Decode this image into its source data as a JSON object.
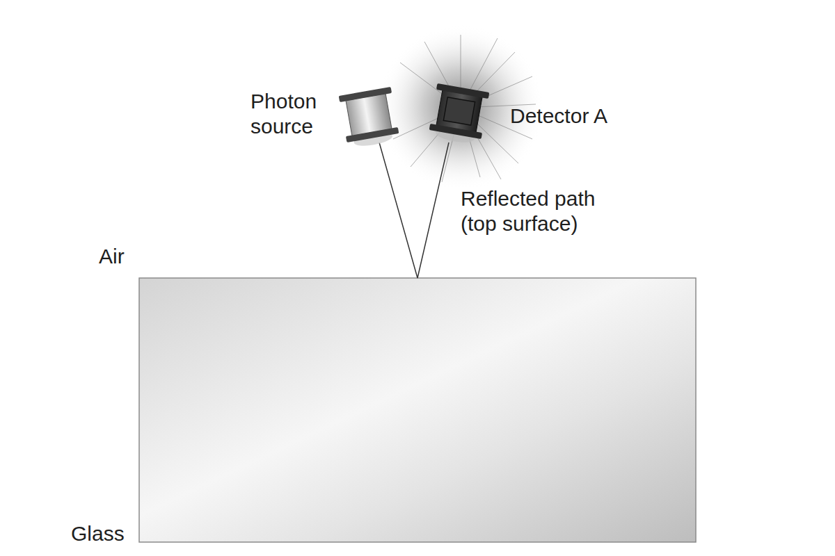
{
  "diagram": {
    "labels": [
      "Photon source",
      "Detector A",
      "Reflected path (top surface)",
      "Air",
      "Glass"
    ]
  }
}
